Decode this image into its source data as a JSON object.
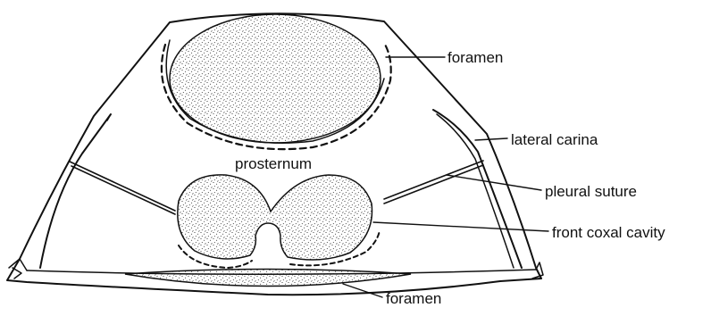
{
  "labels": {
    "foramen_top": "foramen",
    "prosternum": "prosternum",
    "lateral_carina": "lateral carina",
    "pleural_suture": "pleural suture",
    "front_coxal_cavity": "front coxal cavity",
    "foramen_bottom": "foramen"
  },
  "colors": {
    "ink": "#111111",
    "stipple": "#111111",
    "background": "#ffffff"
  }
}
